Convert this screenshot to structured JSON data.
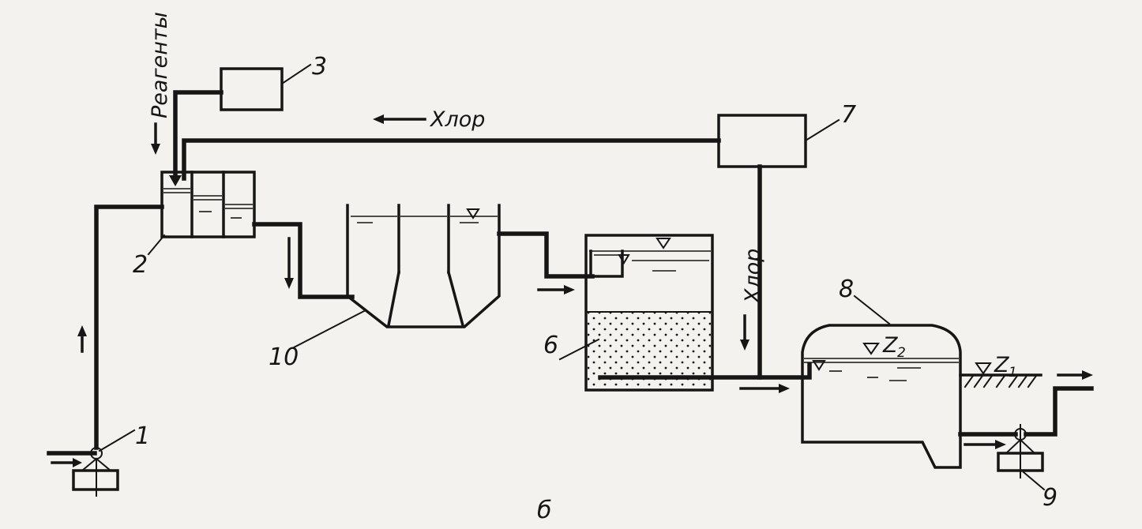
{
  "diagram": {
    "labels": {
      "n1": "1",
      "n2": "2",
      "n3": "3",
      "n6": "6",
      "n7": "7",
      "n8": "8",
      "n9": "9",
      "n10": "10",
      "reagents": "Реагенты",
      "chlorine_top": "Хлор",
      "chlorine_vertical": "Хлор",
      "z1": "Z",
      "z1_sub": "1",
      "z2": "Z",
      "z2_sub": "2",
      "caption": "б"
    }
  }
}
